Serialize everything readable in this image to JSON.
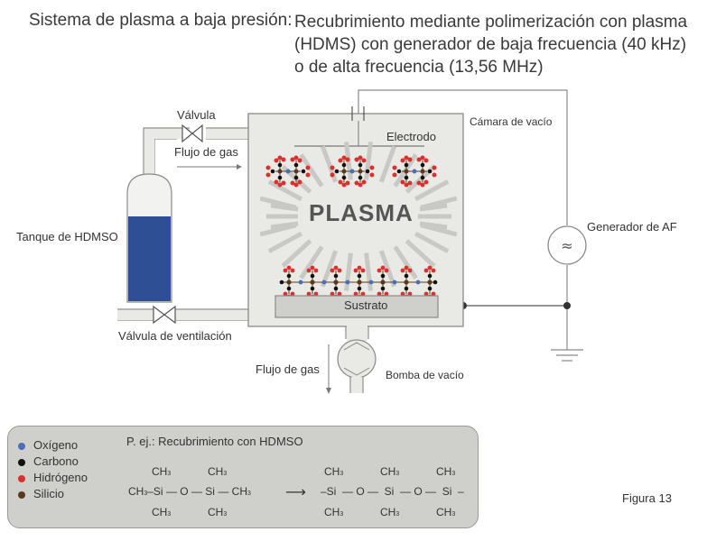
{
  "title": {
    "left": "Sistema de plasma a baja presión:",
    "right_lines": [
      "Recubrimiento mediante polimerización con plasma",
      "(HDMS) con generador de baja frecuencia (40 kHz)",
      "o de alta frecuencia (13,56 MHz)"
    ]
  },
  "labels": {
    "valve": "Válvula",
    "gas_flow_in": "Flujo de gas",
    "tank": "Tanque de HDMSO",
    "vent_valve": "Válvula de ventilación",
    "electrode": "Electrodo",
    "chamber": "Cámara de vacío",
    "plasma": "PLASMA",
    "substrate": "Sustrato",
    "generator": "Generador de AF",
    "generator_symbol": "≈",
    "gas_flow_out": "Flujo de gas",
    "pump": "Bomba de vacío",
    "figure": "Figura 13"
  },
  "legend": {
    "items": [
      {
        "label": "Oxígeno",
        "color": "#4a6fb5"
      },
      {
        "label": "Carbono",
        "color": "#111111"
      },
      {
        "label": "Hidrógeno",
        "color": "#d7322e"
      },
      {
        "label": "Silicio",
        "color": "#5a3a1e"
      }
    ],
    "example_title": "P. ej.: Recubrimiento con HDMSO",
    "monomer": {
      "top": [
        "CH",
        "CH"
      ],
      "sub": "3",
      "main_parts": [
        "CH",
        "–Si",
        "— O —",
        "Si",
        "— CH"
      ],
      "bottom": [
        "CH",
        "CH"
      ]
    },
    "arrow": "⟶",
    "polymer": {
      "top": [
        "CH",
        "CH",
        "CH"
      ],
      "sub": "3",
      "main": "–Si  — O —  Si  — O —  Si  –",
      "bottom": [
        "CH",
        "CH",
        "CH"
      ]
    }
  },
  "colors": {
    "tank_liquid": "#2f4f94",
    "chamber_fill": "#e9e9e6",
    "line": "#8a8a88",
    "substrate": "#cfcfcc"
  }
}
